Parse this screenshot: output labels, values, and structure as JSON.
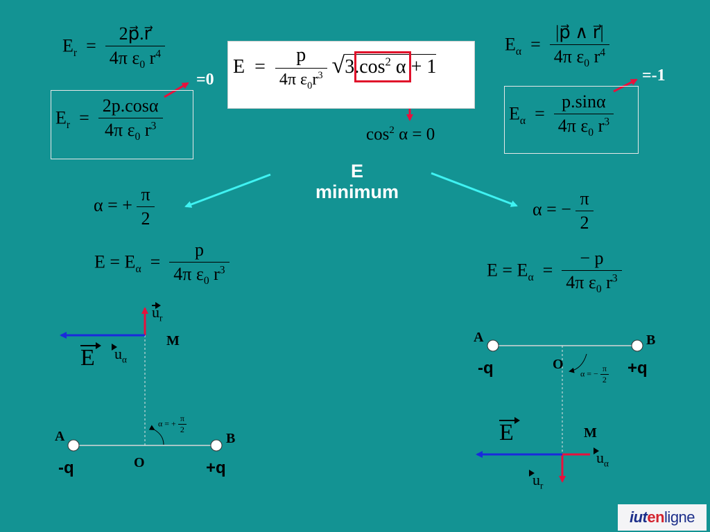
{
  "slide": {
    "center_title_line1": "E",
    "center_title_line2": "minimum",
    "left_eq_note": "=0",
    "right_eq_note": "=-1"
  },
  "formulas": {
    "er_general": {
      "lhs": "E",
      "lhs_sub": "r",
      "num": "2p⃗.r⃗",
      "den_a": "4π ε",
      "den_sub": "0",
      "den_b": " r",
      "den_sup": "4"
    },
    "er_cos": {
      "lhs": "E",
      "lhs_sub": "r",
      "num": "2p.cosα",
      "den_a": "4π ε",
      "den_sub": "0",
      "den_b": " r",
      "den_sup": "3"
    },
    "e_total": {
      "lhs": "E",
      "num": "p",
      "den_a": "4π ε",
      "den_sub": "0",
      "den_b": "r",
      "den_sup": "3",
      "root_content_a": "3.",
      "root_cos": "cos",
      "root_cos_sup": "2",
      "root_alpha": " α",
      "root_tail": " + 1"
    },
    "cos_zero": {
      "a": "cos",
      "sup": "2",
      "b": " α = 0"
    },
    "ea_general": {
      "lhs": "E",
      "lhs_sub": "α",
      "num": "|p⃗ ∧ r⃗|",
      "den_a": "4π ε",
      "den_sub": "0",
      "den_b": " r",
      "den_sup": "4"
    },
    "ea_sin": {
      "lhs": "E",
      "lhs_sub": "α",
      "num": "p.sinα",
      "den_a": "4π ε",
      "den_sub": "0",
      "den_b": " r",
      "den_sup": "3"
    },
    "alpha_plus": {
      "lhs": "α = +",
      "num": "π",
      "den": "2"
    },
    "alpha_minus": {
      "lhs": "α = −",
      "num": "π",
      "den": "2"
    },
    "e_left": {
      "lhs": "E = E",
      "lhs_sub": "α",
      "num": "p",
      "den_a": "4π ε",
      "den_sub": "0",
      "den_b": " r",
      "den_sup": "3"
    },
    "e_right": {
      "lhs": "E = E",
      "lhs_sub": "α",
      "num": "− p",
      "den_a": "4π ε",
      "den_sub": "0",
      "den_b": " r",
      "den_sup": "3"
    }
  },
  "diagram_left": {
    "point_a": "A",
    "point_b": "B",
    "point_o": "O",
    "point_m": "M",
    "charge_neg": "-q",
    "charge_pos": "+q",
    "vec_e": "E",
    "vec_ur": "u",
    "vec_ur_sub": "r",
    "vec_ua": "u",
    "vec_ua_sub": "α",
    "angle_lhs": "α = +",
    "angle_num": "π",
    "angle_den": "2"
  },
  "diagram_right": {
    "point_a": "A",
    "point_b": "B",
    "point_o": "O",
    "point_m": "M",
    "charge_neg": "-q",
    "charge_pos": "+q",
    "vec_e": "E",
    "vec_ur": "u",
    "vec_ur_sub": "r",
    "vec_ua": "u",
    "vec_ua_sub": "α",
    "angle_lhs": "α = −",
    "angle_num": "π",
    "angle_den": "2"
  },
  "logo": {
    "part1": "iut",
    "part2": "en",
    "part3": "ligne"
  },
  "colors": {
    "background": "#139393",
    "red_arrow": "#e8103c",
    "blue_arrow": "#1a2adc",
    "cyan_arrow": "#3ff2f2",
    "highlight_box": "#e0102a"
  }
}
